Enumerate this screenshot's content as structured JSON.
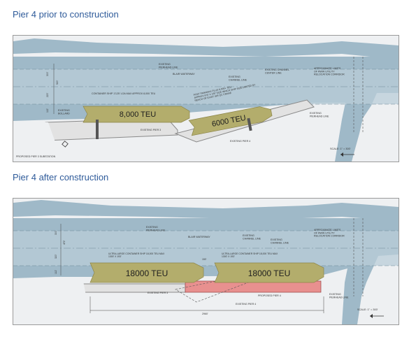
{
  "headings": {
    "before": "Pier 4 prior to construction",
    "after": "Pier 4 after construction"
  },
  "colors": {
    "water": "#9fb9c8",
    "channel": "#b9cdd8",
    "land": "#eef0f2",
    "ship": "#b3ad6c",
    "ship_dark": "#8c8548",
    "pier": "#e2e2e2",
    "proposed_pier": "#e8908f",
    "heading": "#2f5b9a"
  },
  "before": {
    "ship_large": "8,000 TEU",
    "ship_small": "6000 TEU",
    "labels": {
      "pierhead": "EXISTING\nPIERHEAD LINE",
      "waterway": "BLAIR WATERWAY",
      "channel_line": "EXISTING\nCHANNEL LINE",
      "channel_center": "EXISTING CHANNEL\nCENTER LINE",
      "utility": "APPROXIMATE LIMITS\nOF RWW UTILITY\nRELOCATION CORRIDOR",
      "container_ship": "CONTAINER SHIP 1'125' LOA MAX APPROX 8,000 TEU",
      "post_panamax": "POST PANAMAX PLUS 6,000+ TEU\nAPPROX 970' X 130' SIZE WHICH SHIP SIZE LIMITED BY\nREACH OF EXIST SIR QC CRANE",
      "bollard": "EXISTING\nBOLLARD",
      "pier3": "EXISTING PIER 3",
      "pier4": "EXISTING PIER 4",
      "substation": "PROPOSED PIER 3 SUBSTATION",
      "pierhead_right": "EXISTING\nPIERHEAD LINE",
      "scale": "SCALE: 1\" = 300'",
      "dim_300": "300'",
      "dim_520": "520'",
      "dim_220": "220'",
      "dim_112": "112'"
    }
  },
  "after": {
    "ship_left": "18000 TEU",
    "ship_right": "18000 TEU",
    "labels": {
      "pierhead": "EXISTING\nPIERHEAD LINE",
      "waterway": "BLAIR WATERWAY",
      "channel_line": "EXISTING\nCHANNEL LINE",
      "channel_line2": "EXISTING\nCHANNEL LINE",
      "utility": "APPROXIMATE LIMITS\nOF RWW UTILITY\nRELOCATION CORRIDOR",
      "ulcs_left": "ULTRA-LARGE CONTAINER SHIP 18,000 TEU MAX\n1300' X 193'",
      "ulcs_right": "ULTRA-LARGE CONTAINER SHIP 18,000 TEU MAX\n1300' X 193'",
      "pier3": "EXISTING PIER 3",
      "pier4": "EXISTING PIER 4",
      "proposed": "PROPOSED PIER 4",
      "pierhead_right": "EXISTING\nPIERHEAD LINE",
      "scale": "SCALE: 1\" = 300'",
      "dim_2960": "2960'",
      "dim_150": "150'",
      "dim_300": "300'",
      "dim_472": "472'",
      "dim_320": "320'",
      "dim_112": "112'"
    }
  }
}
